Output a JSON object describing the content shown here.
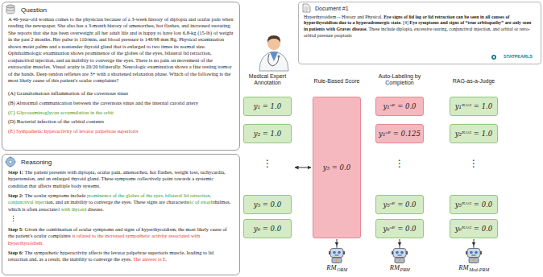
{
  "diagram": {
    "nodes": [
      {
        "text": [
          "Question",
          "A 46-year-old woman comes to the physician because of a 3-week history of diplopia and ocular pain when reading the newspaper. She also has a 3-month history of amenorrhea, hot flashes, and increased sweating. She reports that she has been overweight all her adult life and is happy to have lost 6.8-kg (15-lb) of weight in the past 2 months. Her pulse is 110/min, and blood pressure is 148/98 mm Hg. Physical examination shows moist palms and a nontender thyroid gland that is enlarged to two times its normal size. Ophthalmologic examination shows prominence of the globes of the eyes, bilateral lid retraction, conjunctival injection, and an inability to converge the eyes. There is no pain on movement of the extraocular muscles. Visual acuity is 20/20 bilaterally. Neurologic examination shows a fine resting tremor of the hands. Deep tendon reflexes are 3+ with a shortened relaxation phase. Which of the following is the most likely cause of this patient's ocular complaints?",
          "(A) Granulomatous inflammation of the cavernous sinus",
          "(B) Abnormal communication between the cavernous sinus and the internal carotid artery",
          "(C) Glycosaminoglycan accumulation in the orbit",
          "(D) Bacterial infection of the orbital contents",
          "(E) Sympathetic hyperactivity of levator palpebrae superioris"
        ]
      },
      {
        "text": [
          "Reasoning",
          "Step 1: The patient presents with diplopia, ocular pain, amenorrhea, hot flashes, weight loss, tachycardia, hypertension, and an enlarged thyroid gland. These symptoms collectively point towards a systemic condition that affects multiple body systems.",
          "Step 2: The ocular symptoms include prominence of the globes of the eyes, bilateral lid retraction, conjunctival injection, and an inability to converge the eyes. These signs are characteristic of exophthalmos, which is often associated with thyroid disease.",
          "⋮",
          "Step 5: Given the combination of ocular symptoms and signs of hyperthyroidism, the most likely cause of the patient's ocular complaints is related to the increased sympathetic activity associated with hyperthyroidism.",
          "Step 6: The sympathetic hyperactivity affects the levator palpebrae superioris muscle, leading to lid retraction and, as a result, the inability to converge the eyes. The answer is E."
        ]
      },
      {
        "text": [
          "Document #1",
          "Hyperthyroidism -- History and Physical. Eye signs of lid lag or lid retraction can be seen in all causes of hyperthyroidism due to a hyperadrenergic state. [4] Eye symptoms and signs of “true orbitopathy” are only seen in patients with Graves disease. These include diplopia, excessive tearing, conjunctival injection, and orbital or retro-orbital pressure proptosis"
        ]
      },
      {
        "text": [
          "y₁ = 1.0"
        ]
      },
      {
        "text": [
          "y₂ = 1.0"
        ]
      },
      {
        "text": [
          "y₅ = 0.0"
        ]
      },
      {
        "text": [
          "y₆ = 0.0"
        ]
      },
      {
        "text": [
          "y₅ = 0.0"
        ]
      },
      {
        "text": [
          "y₁ˢᴱ = 0.0"
        ]
      },
      {
        "text": [
          "y₁ˢᴱ = 0.125"
        ]
      },
      {
        "text": [
          "y₅ˢᴱ = 0.0"
        ]
      },
      {
        "text": [
          "y₆ˢᴱ = 0.0"
        ]
      },
      {
        "text": [
          "y₁ᴿᴬᴳ = 1.0"
        ]
      },
      {
        "text": [
          "y₂ᴿᴬᴳ = 1.0"
        ]
      },
      {
        "text": [
          "y₅ᴿᴬᴳ = 0.0"
        ]
      },
      {
        "text": [
          "y₆ᴿᴬᴳ = 0.0"
        ]
      }
    ],
    "labels": [
      "Medical Expert Annotation",
      "Rule-Based Score",
      "Auto-Labeling by Completion",
      "RAG-as-a-Judge",
      "⋮",
      "⋮",
      "⋮",
      "STATPEARLS",
      "RM",
      "ORM",
      "RM",
      "PRM",
      "RM",
      "Med-PRM"
    ]
  }
}
